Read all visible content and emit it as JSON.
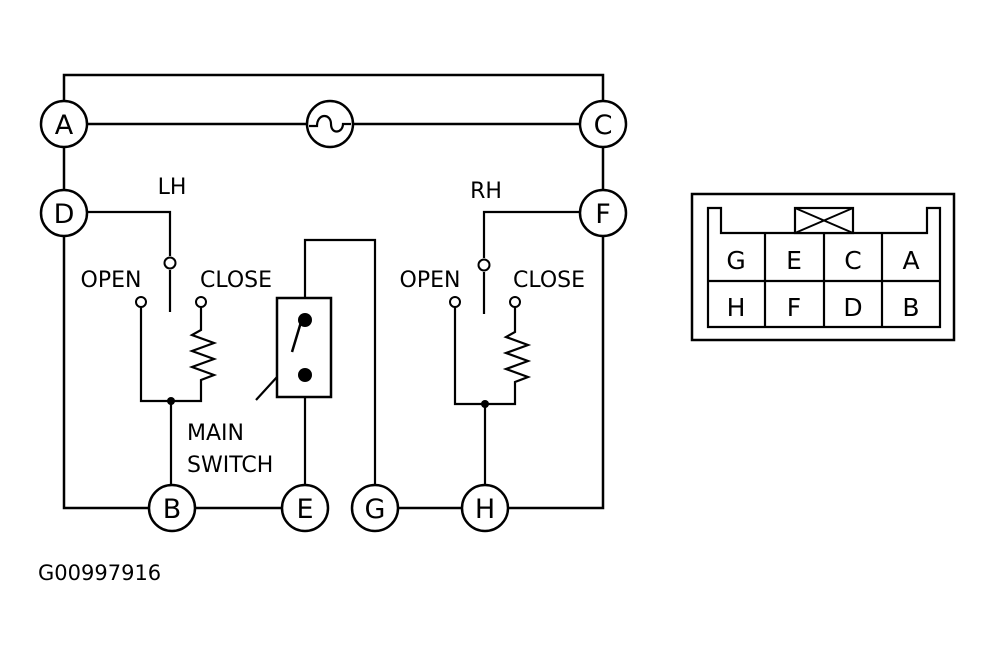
{
  "diagram": {
    "terminals": {
      "a": "A",
      "b": "B",
      "c": "C",
      "d": "D",
      "e": "E",
      "f": "F",
      "g": "G",
      "h": "H"
    },
    "labels": {
      "lh": "LH",
      "rh": "RH",
      "lh_open": "OPEN",
      "lh_close": "CLOSE",
      "rh_open": "OPEN",
      "rh_close": "CLOSE",
      "main_switch_line1": "MAIN",
      "main_switch_line2": "SWITCH"
    },
    "figure_code": "G00997916"
  },
  "connector": {
    "top_row": [
      "G",
      "E",
      "C",
      "A"
    ],
    "bottom_row": [
      "H",
      "F",
      "D",
      "B"
    ]
  }
}
